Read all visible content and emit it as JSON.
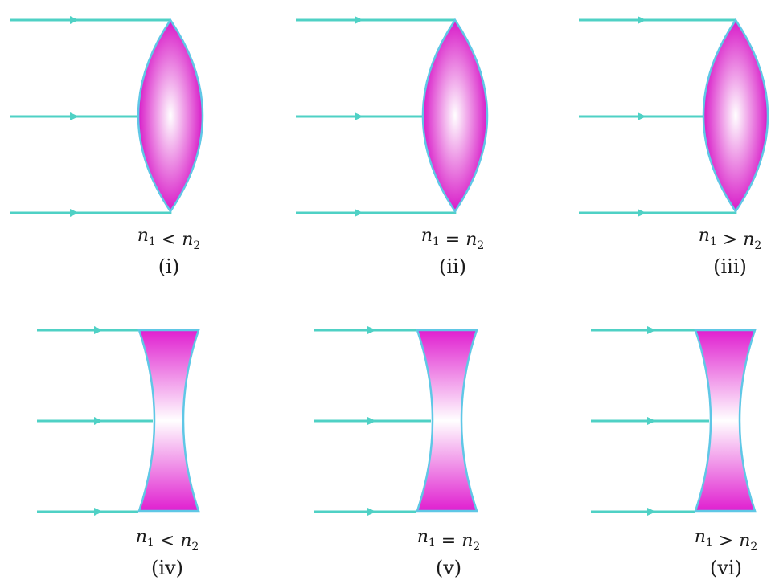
{
  "colors": {
    "ray": "#4fd1c5",
    "lens_edge": "#d81bc8",
    "lens_center": "#ffffff",
    "lens_outline": "#5fc7e6"
  },
  "panels": [
    {
      "lens": "convex",
      "relation": {
        "left": "n",
        "left_sub": "1",
        "op": "<",
        "right": "n",
        "right_sub": "2"
      },
      "numeral": "(i)"
    },
    {
      "lens": "convex",
      "relation": {
        "left": "n",
        "left_sub": "1",
        "op": "=",
        "right": "n",
        "right_sub": "2"
      },
      "numeral": "(ii)"
    },
    {
      "lens": "convex",
      "relation": {
        "left": "n",
        "left_sub": "1",
        "op": ">",
        "right": "n",
        "right_sub": "2"
      },
      "numeral": "(iii)"
    },
    {
      "lens": "concave",
      "relation": {
        "left": "n",
        "left_sub": "1",
        "op": "<",
        "right": "n",
        "right_sub": "2"
      },
      "numeral": "(iv)"
    },
    {
      "lens": "concave",
      "relation": {
        "left": "n",
        "left_sub": "1",
        "op": "=",
        "right": "n",
        "right_sub": "2"
      },
      "numeral": "(v)"
    },
    {
      "lens": "concave",
      "relation": {
        "left": "n",
        "left_sub": "1",
        "op": ">",
        "right": "n",
        "right_sub": "2"
      },
      "numeral": "(vi)"
    }
  ]
}
